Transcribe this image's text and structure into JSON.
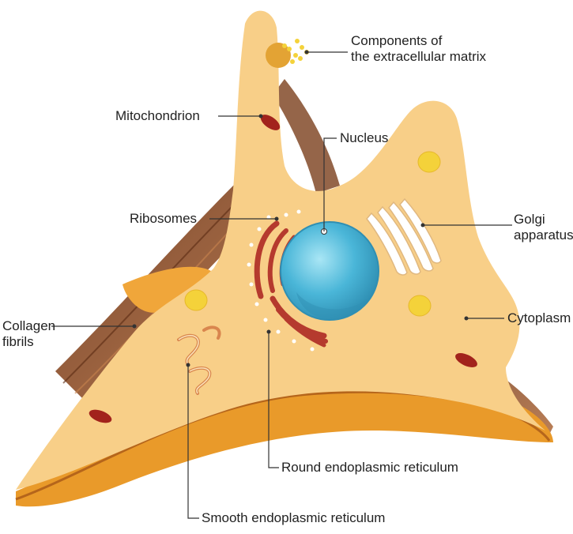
{
  "diagram": {
    "labels": {
      "extracellular_matrix": [
        "Components of",
        "the extracellular matrix"
      ],
      "mitochondrion": "Mitochondrion",
      "nucleus": "Nucleus",
      "ribosomes": "Ribosomes",
      "golgi": [
        "Golgi",
        "apparatus"
      ],
      "collagen": [
        "Collagen",
        "fibrils"
      ],
      "cytoplasm": "Cytoplasm",
      "rough_er": "Round endoplasmic reticulum",
      "smooth_er": "Smooth endoplasmic reticulum"
    },
    "colors": {
      "cytoplasm": "#f8cf88",
      "membrane_shadow": "#e99a2a",
      "collagen": "#8a4a26",
      "nucleus": "#4ab6d8",
      "nucleus_light": "#7ed3ec",
      "er": "#b53a2e",
      "mitochondrion": "#a2231c",
      "vesicle": "#f4d23a",
      "golgi": "#ffffff",
      "leader_line": "#333333"
    }
  }
}
